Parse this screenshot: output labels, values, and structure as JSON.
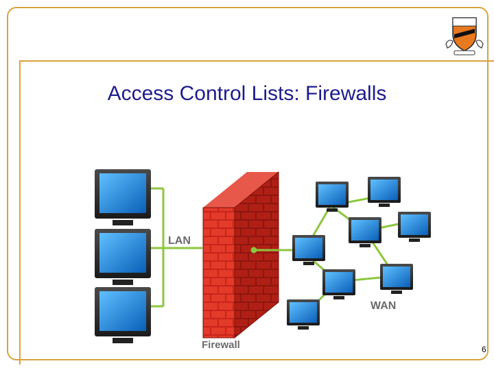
{
  "slide": {
    "title": "Access Control Lists: Firewalls",
    "page_number": "6"
  },
  "diagram": {
    "lan_label": "LAN",
    "wan_label": "WAN",
    "firewall_label": "Firewall"
  },
  "colors": {
    "frame": "#d9a23c",
    "title": "#1c1c8c",
    "link": "#8cc63f",
    "brick": "#d52b1e",
    "screen": "#1a8de0"
  }
}
